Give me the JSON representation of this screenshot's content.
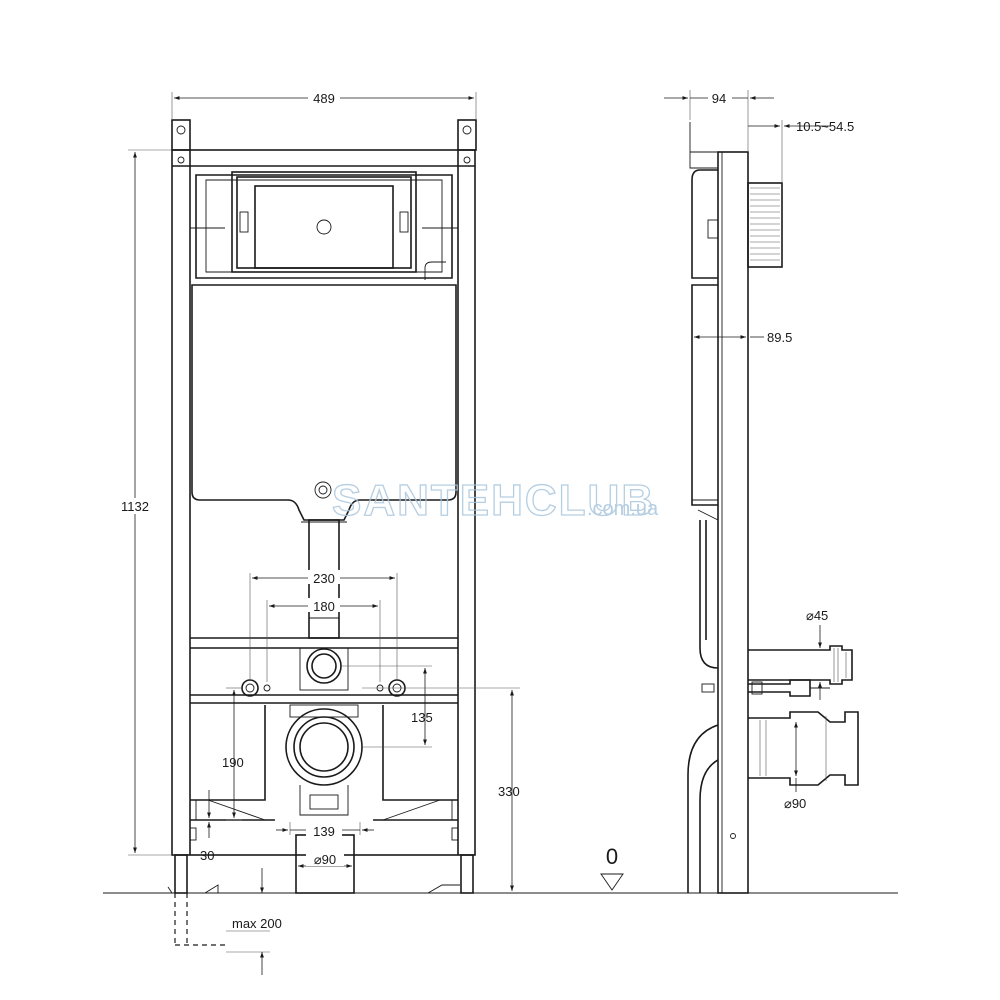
{
  "drawing": {
    "front_view": {
      "width_label": "489",
      "height_label": "1132",
      "flange_outer_label": "230",
      "flange_inner_label": "180",
      "bolt_vertical_label": "135",
      "bolt_height_label": "190",
      "outlet_height_label": "330",
      "foot_offset_label": "30",
      "outlet_spacing_label": "139",
      "outlet_diameter_label": "⌀90",
      "floor_adjust_label": "max 200"
    },
    "side_view": {
      "depth_label": "94",
      "plate_adjust_label": "10.5~54.5",
      "tank_depth_label": "89.5",
      "supply_diameter_label": "⌀45",
      "drain_diameter_label": "⌀90"
    },
    "floor_level_label": "0",
    "watermark": {
      "brand": "SANTEHCLUB",
      "domain": ".com.ua"
    }
  }
}
